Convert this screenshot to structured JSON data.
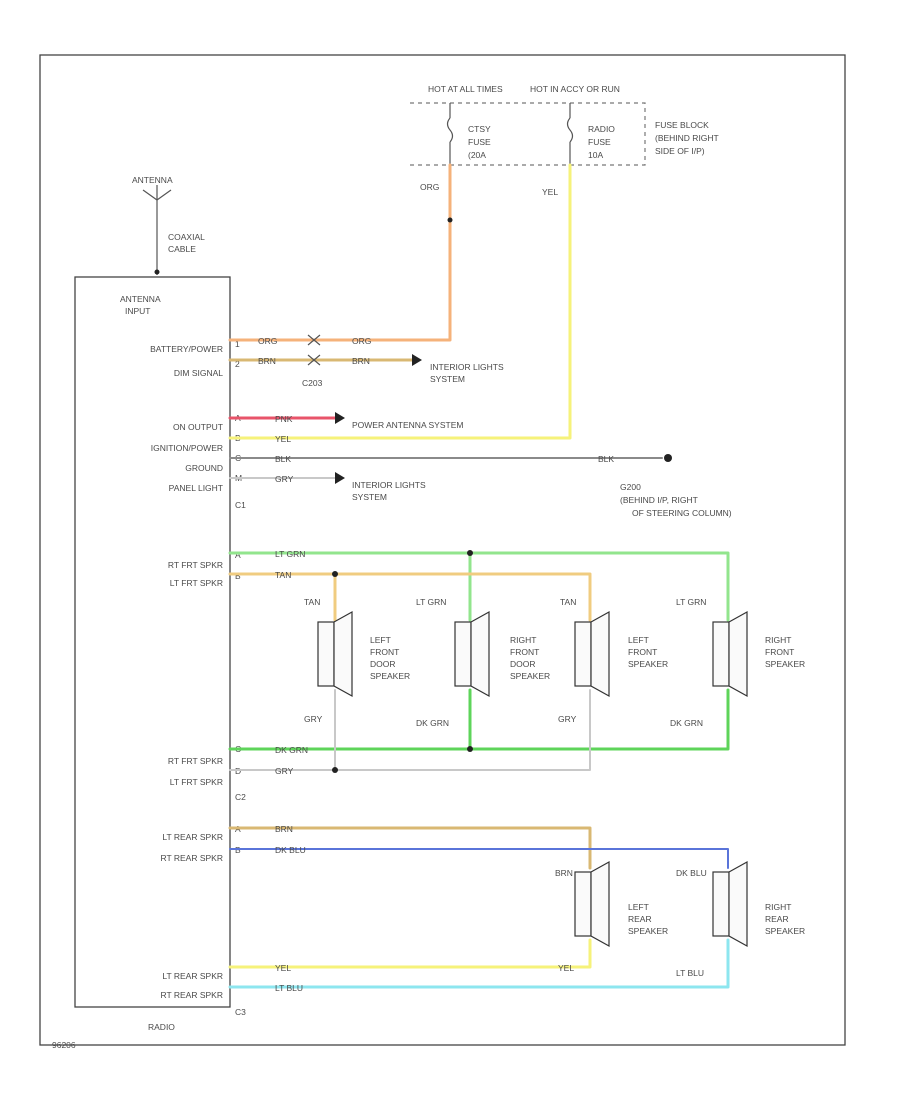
{
  "diagram": {
    "hot_at_all_times": "HOT AT ALL TIMES",
    "hot_in_accy": "HOT IN ACCY OR RUN",
    "fuse1": [
      "CTSY",
      "FUSE",
      "(20A"
    ],
    "fuse2": [
      "RADIO",
      "FUSE",
      "10A"
    ],
    "fuse_block": [
      "FUSE BLOCK",
      "(BEHIND RIGHT",
      "SIDE OF I/P)"
    ],
    "antenna": "ANTENNA",
    "coaxial": [
      "COAXIAL",
      "CABLE"
    ],
    "antenna_input": [
      "ANTENNA",
      "INPUT"
    ],
    "radio_pins": {
      "battery_power": "BATTERY/POWER",
      "dim_signal": "DIM SIGNAL",
      "on_output": "ON OUTPUT",
      "ignition_power": "IGNITION/POWER",
      "ground": "GROUND",
      "panel_light": "PANEL LIGHT",
      "rt_frt_spkr_1": "RT FRT SPKR",
      "lt_frt_spkr_1": "LT FRT SPKR",
      "rt_frt_spkr_2": "RT FRT SPKR",
      "lt_frt_spkr_2": "LT FRT SPKR",
      "lt_rear_spkr_1": "LT REAR SPKR",
      "rt_rear_spkr_1": "RT REAR SPKR",
      "lt_rear_spkr_2": "LT REAR SPKR",
      "rt_rear_spkr_2": "RT REAR SPKR"
    },
    "pin_numbers": [
      "1",
      "2",
      "A",
      "B",
      "C",
      "M",
      "A",
      "B",
      "C",
      "D",
      "A",
      "B"
    ],
    "connectors": {
      "c1": "C1",
      "c2": "C2",
      "c3": "C3",
      "c203": "C203"
    },
    "wire_labels": {
      "org": "ORG",
      "yel": "YEL",
      "brn": "BRN",
      "pnk": "PNK",
      "blk": "BLK",
      "gry": "GRY",
      "tan": "TAN",
      "lt_grn": "LT GRN",
      "dk_grn": "DK GRN",
      "dk_blu": "DK BLU",
      "lt_blu": "LT BLU"
    },
    "destinations": {
      "interior_lights_1": [
        "INTERIOR LIGHTS",
        "SYSTEM"
      ],
      "power_antenna": "POWER ANTENNA SYSTEM",
      "interior_lights_2": [
        "INTERIOR LIGHTS",
        "SYSTEM"
      ],
      "ground_point": [
        "G200",
        "(BEHIND I/P, RIGHT",
        "OF STEERING COLUMN)"
      ]
    },
    "speakers": {
      "left_front_door": [
        "LEFT",
        "FRONT",
        "DOOR",
        "SPEAKER"
      ],
      "right_front_door": [
        "RIGHT",
        "FRONT",
        "DOOR",
        "SPEAKER"
      ],
      "left_front": [
        "LEFT",
        "FRONT",
        "SPEAKER"
      ],
      "right_front": [
        "RIGHT",
        "FRONT",
        "SPEAKER"
      ],
      "left_rear": [
        "LEFT",
        "REAR",
        "SPEAKER"
      ],
      "right_rear": [
        "RIGHT",
        "REAR",
        "SPEAKER"
      ]
    },
    "radio_label": "RADIO",
    "figure_code": "96206"
  },
  "colors": {
    "orange": "#f5b27a",
    "yellow": "#f6f27a",
    "brown": "#d9b873",
    "pink": "#e8546a",
    "black": "#8a8a8a",
    "gray": "#c8c8c8",
    "tan": "#f0cc80",
    "lt_green": "#92e58d",
    "dk_green": "#5ed45a",
    "dk_blue": "#5a74d9",
    "lt_blue": "#8de6ef"
  }
}
